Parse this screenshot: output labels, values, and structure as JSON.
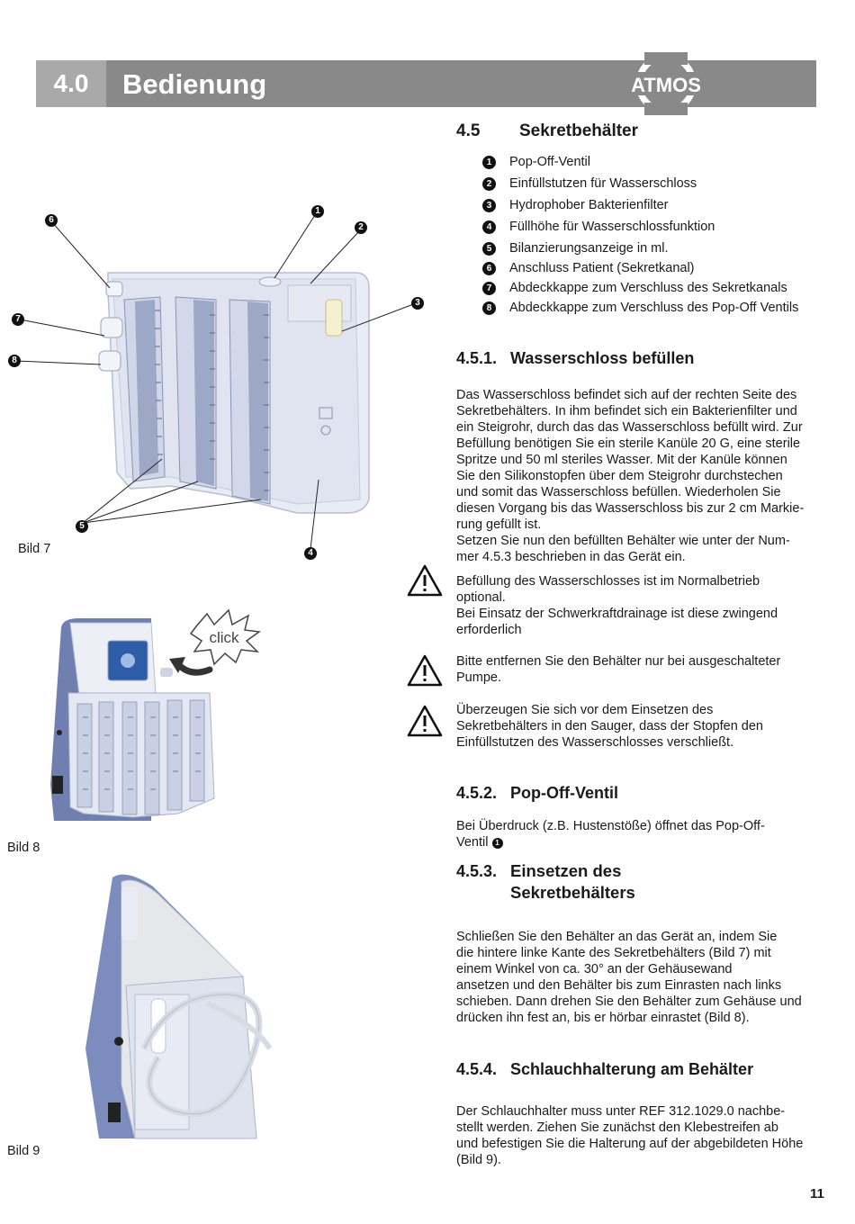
{
  "header": {
    "number": "4.0",
    "title": "Bedienung",
    "logo_text": "ATMOS"
  },
  "section_45": {
    "number": "4.5",
    "title": "Sekretbehälter",
    "legend": [
      {
        "num": "1",
        "label": "Pop-Off-Ventil"
      },
      {
        "num": "2",
        "label": "Einfüllstutzen für Wasserschloss"
      },
      {
        "num": "3",
        "label": "Hydrophober Bakterienfilter"
      },
      {
        "num": "4",
        "label": "Füllhöhe für Wasserschlossfunktion"
      },
      {
        "num": "5",
        "label": "Bilanzierungsanzeige in ml."
      },
      {
        "num": "6",
        "label": "Anschluss Patient (Sekretkanal)"
      },
      {
        "num": "7",
        "label": "Abdeckkappe zum Verschluss des Sekretkanals"
      },
      {
        "num": "8",
        "label": "Abdeckkappe zum Verschluss des Pop-Off Ventils"
      }
    ]
  },
  "section_451": {
    "number": "4.5.1.",
    "title": "Wasserschloss befüllen",
    "lines": [
      "Das Wasserschloss befindet sich auf der rechten Seite des",
      "Sekretbehälters. In ihm befindet sich ein Bakterienfilter und",
      "ein Steigrohr, durch das das Wasserschloss befüllt wird. Zur",
      "Befüllung benötigen Sie ein sterile Kanüle 20 G, eine sterile",
      "Spritze und 50 ml steriles Wasser. Mit der Kanüle können",
      "Sie den Silikonstopfen über dem Steigrohr durchstechen",
      "und somit das Wasserschloss befüllen. Wiederholen Sie",
      "diesen Vorgang bis das Wasserschloss bis zur 2 cm Markie-",
      "rung gefüllt ist.",
      "Setzen Sie nun den befüllten Behälter wie unter der Num-",
      "mer 4.5.3 beschrieben in das Gerät ein."
    ],
    "warning1": [
      "Befüllung des Wasserschlosses ist im Normalbetrieb",
      "optional.",
      "Bei Einsatz der Schwerkraftdrainage ist diese zwingend",
      "erforderlich"
    ],
    "warning2": [
      "Bitte entfernen Sie den Behälter nur bei ausgeschalteter",
      "Pumpe."
    ],
    "warning3": [
      "Überzeugen Sie sich vor dem Einsetzen des",
      "Sekretbehälters in den Sauger, dass der Stopfen den",
      "Einfüllstutzen des Wasserschlosses verschließt."
    ]
  },
  "section_452": {
    "number": "4.5.2.",
    "title": "Pop-Off-Ventil",
    "line1": "Bei Überdruck (z.B. Hustenstöße) öffnet das Pop-Off-",
    "line2": "Ventil",
    "ref_num": "1"
  },
  "section_453": {
    "number": "4.5.3.",
    "title_line1": "Einsetzen des",
    "title_line2": "Sekretbehälters",
    "lines": [
      "Schließen Sie den Behälter an das Gerät an, indem Sie",
      "die hintere linke Kante des Sekretbehälters (Bild 7) mit",
      "einem Winkel von ca. 30° an der Gehäusewand",
      "ansetzen und den Behälter bis zum Einrasten nach links",
      "schieben. Dann drehen Sie den Behälter zum Gehäuse und",
      "drücken ihn fest an, bis er hörbar einrastet (Bild 8)."
    ]
  },
  "section_454": {
    "number": "4.5.4.",
    "title": "Schlauchhalterung am Behälter",
    "lines": [
      "Der Schlauchhalter muss unter REF 312.1029.0 nachbe-",
      "stellt werden. Ziehen Sie zunächst den Klebestreifen ab",
      "und befestigen Sie die Halterung auf der abgebildeten Höhe",
      "(Bild 9)."
    ]
  },
  "figures": {
    "bild7": "Bild 7",
    "bild8": "Bild 8",
    "bild9": "Bild 9",
    "click_text": "click",
    "callouts": {
      "c1": "1",
      "c2": "2",
      "c3": "3",
      "c4": "4",
      "c5": "5",
      "c6": "6",
      "c7": "7",
      "c8": "8"
    }
  },
  "page_number": "11"
}
